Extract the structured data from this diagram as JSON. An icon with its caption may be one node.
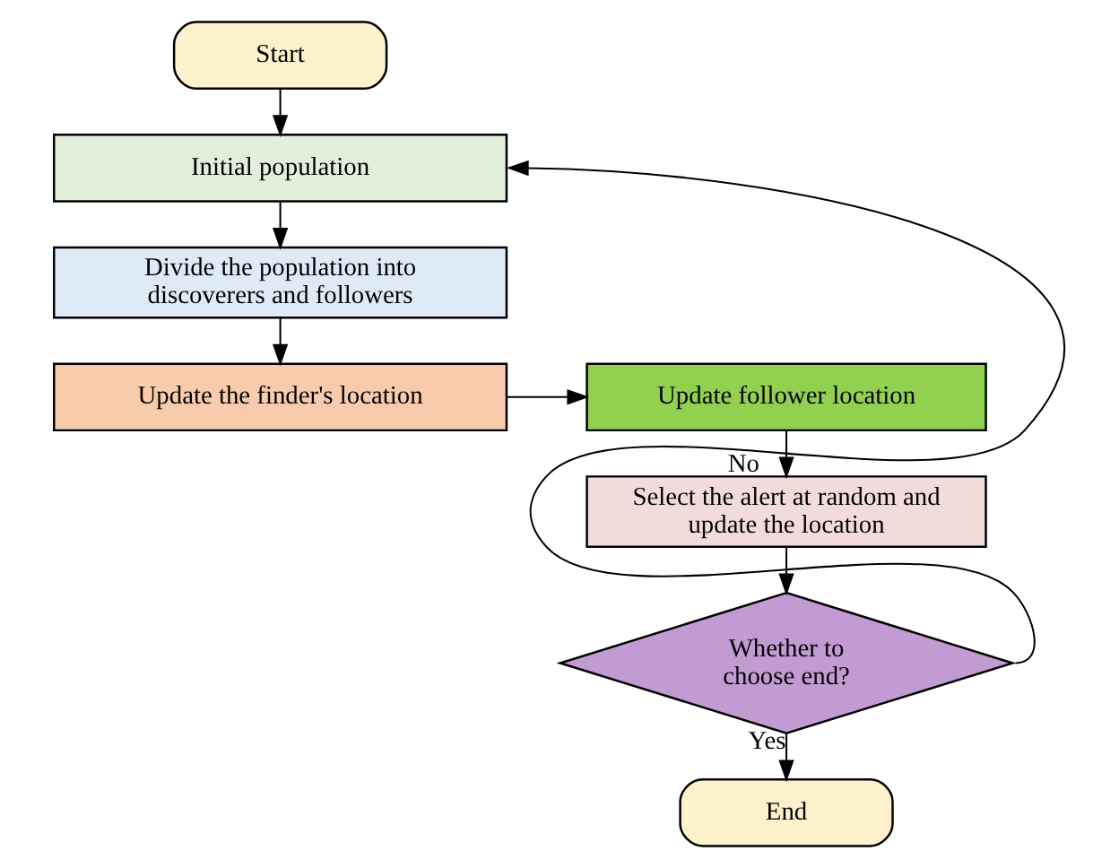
{
  "diagram": {
    "nodes": [
      {
        "text": [
          "Start"
        ]
      },
      {
        "text": [
          "Initial population"
        ]
      },
      {
        "text": [
          "Divide the population into discoverers and followers"
        ]
      },
      {
        "text": [
          "Update the finder's location"
        ]
      },
      {
        "text": [
          "Update follower location"
        ]
      },
      {
        "text": [
          "Select the alert at random and update the location"
        ]
      },
      {
        "text": [
          "Whether to choose end?"
        ]
      },
      {
        "text": [
          "End"
        ]
      }
    ],
    "edges": [
      {
        "from": 0,
        "to": 1,
        "arrow": "to"
      },
      {
        "from": 1,
        "to": 2,
        "arrow": "to"
      },
      {
        "from": 2,
        "to": 3,
        "arrow": "to"
      },
      {
        "from": 3,
        "to": 4,
        "arrow": "to"
      },
      {
        "from": 4,
        "to": 5,
        "arrow": "to"
      },
      {
        "from": 5,
        "to": 6,
        "arrow": "to"
      },
      {
        "from": 6,
        "to": 7,
        "arrow": "to",
        "label": "Yes"
      },
      {
        "from": 6,
        "to": 1,
        "arrow": "to",
        "label": "No"
      }
    ]
  }
}
